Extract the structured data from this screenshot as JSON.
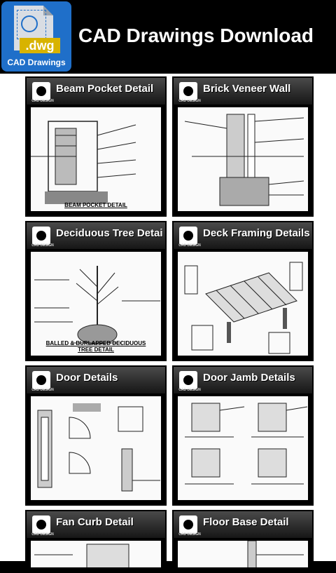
{
  "header": {
    "title": "CAD Drawings Download",
    "app_icon_ext": ".dwg",
    "app_icon_label": "CAD Drawings"
  },
  "cards": [
    {
      "title": "Beam Pocket Detail",
      "footer": "BEAM POCKET DETAIL"
    },
    {
      "title": "Brick Veneer Wall",
      "footer": ""
    },
    {
      "title": "Deciduous Tree Detail",
      "footer": "BALLED & BURLAPPED DECIDUOUS TREE DETAIL"
    },
    {
      "title": "Deck Framing Details",
      "footer": ""
    },
    {
      "title": "Door Details",
      "footer": ""
    },
    {
      "title": "Door Jamb Details",
      "footer": ""
    },
    {
      "title": "Fan Curb Detail",
      "footer": ""
    },
    {
      "title": "Floor Base Detail",
      "footer": ""
    }
  ],
  "card_logo_text": "CAD DESIGN",
  "colors": {
    "header_bg": "#000000",
    "icon_blue": "#1f6fc9",
    "icon_yellow": "#d8b300",
    "card_header": "#333333"
  }
}
